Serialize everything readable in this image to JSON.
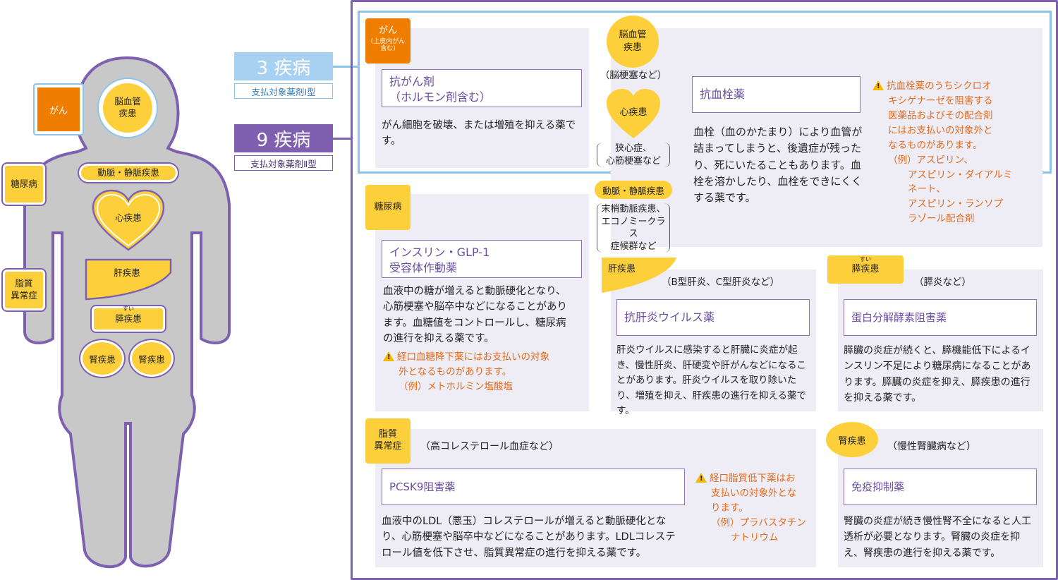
{
  "body_figure": {
    "cancer": "がん",
    "cerebro": [
      "脳血管",
      "疾患"
    ],
    "diabetes": "糖尿病",
    "arterial": "動脈・静脈疾患",
    "heart": "心疾患",
    "liver": "肝疾患",
    "pancreas": "膵疾患",
    "pancreas_ruby": "すい",
    "lipid": [
      "脂質",
      "異常症"
    ],
    "kidney_left": "腎疾患",
    "kidney_right": "腎疾患"
  },
  "categories": {
    "type1": {
      "title": "3 疾病",
      "subtitle": "支払対象薬剤Ⅰ型",
      "color": "#a8d0f0"
    },
    "type2": {
      "title": "9 疾病",
      "subtitle": "支払対象薬剤Ⅱ型",
      "color": "#7f60b0"
    }
  },
  "cancer_section": {
    "label": "がん",
    "label_note": [
      "上皮内がん",
      "含む"
    ],
    "drug": [
      "抗がん剤",
      "（ホルモン剤含む）"
    ],
    "description": "がん細胞を破壊、または増殖を抑える薬です。"
  },
  "thrombus_section": {
    "cerebro_label": [
      "脳血管",
      "疾患"
    ],
    "cerebro_note": "（脳梗塞など）",
    "heart_label": "心疾患",
    "heart_note": [
      "狭心症、",
      "心筋梗塞など"
    ],
    "arterial_label": "動脈・静脈疾患",
    "arterial_note": [
      "末梢動脈疾患、",
      "エコノミークラス",
      "症候群など"
    ],
    "drug": "抗血栓薬",
    "description": "血栓（血のかたまり）により血管が詰まってしまうと、後遺症が残ったり、死にいたることもあります。血栓を溶かしたり、血栓をできにくくする薬です。",
    "warning": [
      "抗血栓薬のうちシクロオ",
      "キシゲナーゼを阻害する",
      "医薬品およびその配合剤",
      "にはお支払いの対象外と",
      "なるものがあります。",
      "（例）アスピリン、",
      "アスピリン・ダイアルミ",
      "ネート、",
      "アスピリン・ランソプ",
      "ラゾール配合剤"
    ]
  },
  "diabetes_section": {
    "label": "糖尿病",
    "drug": [
      "インスリン・GLP-1",
      "受容体作動薬"
    ],
    "description": "血液中の糖が増えると動脈硬化となり、心筋梗塞や脳卒中などになることがあります。血糖値をコントロールし、糖尿病の進行を抑える薬です。",
    "warning": [
      "経口血糖降下薬にはお支払いの対象",
      "外となるものがあります。",
      "（例）メトホルミン塩酸塩"
    ]
  },
  "liver_section": {
    "label": "肝疾患",
    "note": "（B型肝炎、C型肝炎など）",
    "drug": "抗肝炎ウイルス薬",
    "description": "肝炎ウイルスに感染すると肝臓に炎症が起き、慢性肝炎、肝硬変や肝がんなどになることがあります。肝炎ウイルスを取り除いたり、増殖を抑え、肝疾患の進行を抑える薬です。"
  },
  "pancreas_section": {
    "label": "膵疾患",
    "ruby": "すい",
    "note": "（膵炎など）",
    "drug": "蛋白分解酵素阻害薬",
    "description": "膵臓の炎症が続くと、膵機能低下によるインスリン不足により糖尿病になることがあります。膵臓の炎症を抑え、膵疾患の進行を抑える薬です。"
  },
  "lipid_section": {
    "label": [
      "脂質",
      "異常症"
    ],
    "note": "（高コレステロール血症など）",
    "drug": "PCSK9阻害薬",
    "description": "血液中のLDL（悪玉）コレステロールが増えると動脈硬化となり、心筋梗塞や脳卒中などになることがあります。LDLコレステロール値を低下させ、脂質異常症の進行を抑える薬です。",
    "warning": [
      "経口脂質低下薬はお",
      "支払いの対象外とな",
      "ります。",
      "（例）プラバスタチン",
      "ナトリウム"
    ]
  },
  "kidney_section": {
    "label": "腎疾患",
    "note": "（慢性腎臓病など）",
    "drug": "免疫抑制薬",
    "description": "腎臓の炎症が続き慢性腎不全になると人工透析が必要となります。腎臓の炎症を抑え、腎疾患の進行を抑える薬です。"
  },
  "colors": {
    "purple": "#7f60b0",
    "blue": "#8cc4ec",
    "yellow": "#fdd03b",
    "orange": "#ef7d00",
    "panel": "#eeecf5",
    "warning": "#e46b1c"
  }
}
